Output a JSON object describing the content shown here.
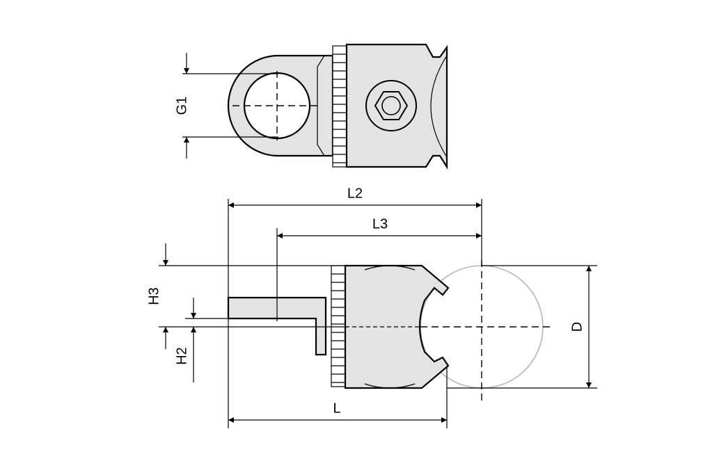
{
  "dimensions": {
    "g1": "G1",
    "l2": "L2",
    "l3": "L3",
    "l": "L",
    "h3": "H3",
    "h2": "H2",
    "d": "D"
  }
}
